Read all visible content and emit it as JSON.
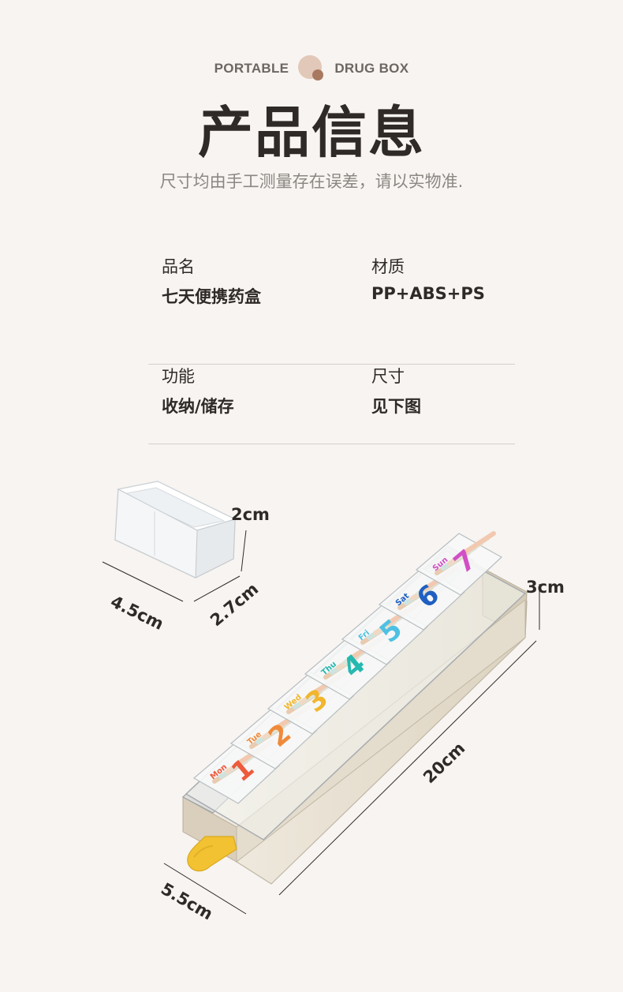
{
  "header": {
    "tag_left": "PORTABLE",
    "tag_right": "DRUG BOX",
    "title": "产品信息",
    "subtitle": "尺寸均由手工测量存在误差，请以实物准."
  },
  "info": [
    {
      "label": "品名",
      "value": "七天便携药盒"
    },
    {
      "label": "材质",
      "value": "PP+ABS+PS"
    },
    {
      "label": "功能",
      "value": "收纳/储存"
    },
    {
      "label": "尺寸",
      "value": "见下图"
    }
  ],
  "dimensions": {
    "small_height": "2cm",
    "small_length": "4.5cm",
    "small_width": "2.7cm",
    "case_height": "3cm",
    "case_length": "20cm",
    "case_width": "5.5cm"
  },
  "compartments": [
    {
      "day": "Mon",
      "number": "1",
      "color": "#ee5a3c"
    },
    {
      "day": "Tue",
      "number": "2",
      "color": "#f08a3a"
    },
    {
      "day": "Wed",
      "number": "3",
      "color": "#f1b62e"
    },
    {
      "day": "Thu",
      "number": "4",
      "color": "#25b9b0"
    },
    {
      "day": "Fri",
      "number": "5",
      "color": "#4fc0e3"
    },
    {
      "day": "Sat",
      "number": "6",
      "color": "#1f5fc2"
    },
    {
      "day": "Sun",
      "number": "7",
      "color": "#d24ec6"
    }
  ],
  "colors": {
    "background": "#f7f4f1",
    "case_body": "#e9e1d2",
    "handle": "#f3c232",
    "accent_dot": "#e1c8b8"
  }
}
